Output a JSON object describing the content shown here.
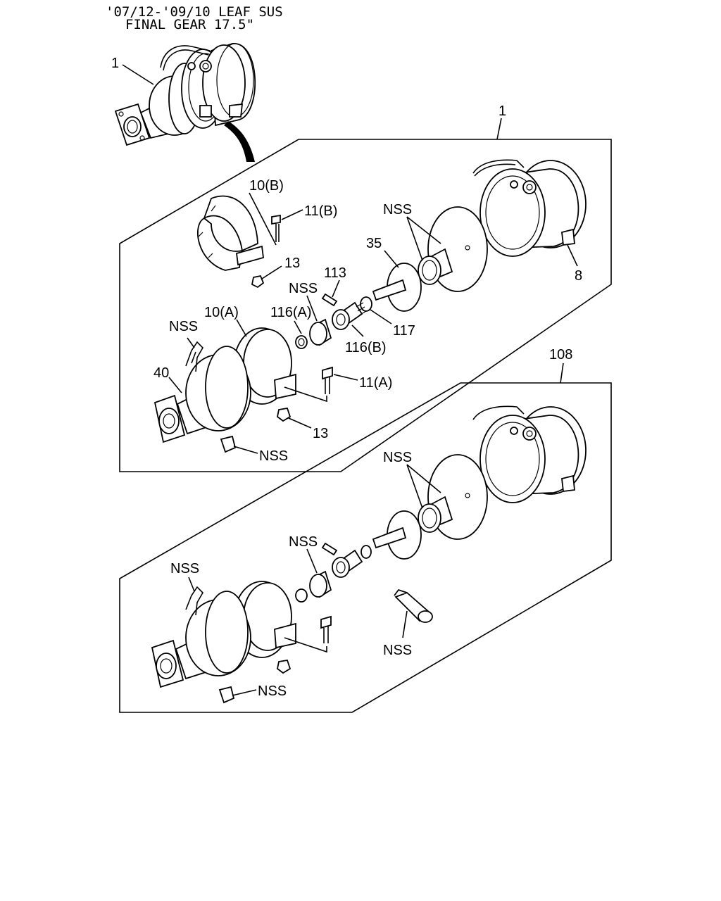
{
  "header": {
    "line1": "'07/12-'09/10 LEAF SUS",
    "line2": "FINAL GEAR 17.5\""
  },
  "labels": {
    "top_assembly": "1",
    "box1_ref": "1",
    "box2_ref": "108",
    "p10b": "10(B)",
    "p11b": "11(B)",
    "nss_a": "NSS",
    "p35": "35",
    "p8": "8",
    "p13_upper": "13",
    "p113": "113",
    "nss_b": "NSS",
    "p10a": "10(A)",
    "p116a": "116(A)",
    "p117": "117",
    "nss_c": "NSS",
    "p116b": "116(B)",
    "p40": "40",
    "p11a": "11(A)",
    "p13_lower": "13",
    "nss_d": "NSS",
    "nss_e": "NSS",
    "nss_f": "NSS",
    "nss_g": "NSS",
    "nss_h": "NSS",
    "nss_i": "NSS"
  }
}
